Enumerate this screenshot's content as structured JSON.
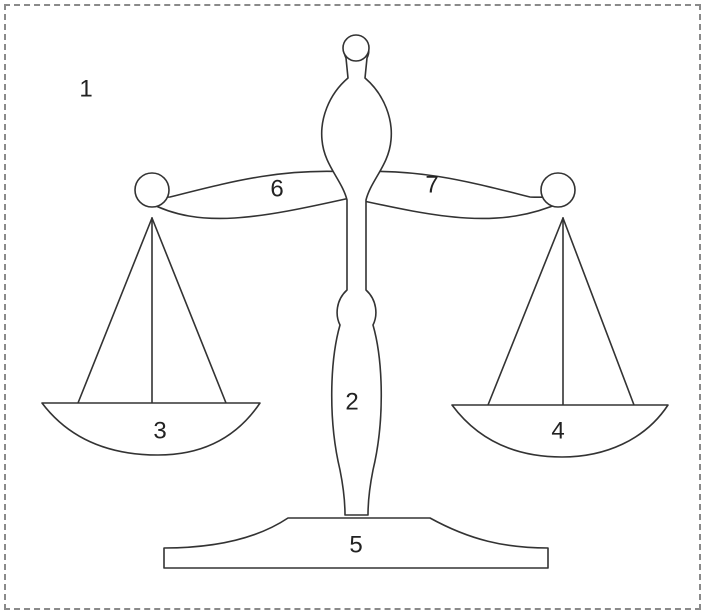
{
  "diagram": {
    "labels": {
      "background": "1",
      "pillar": "2",
      "left_pan": "3",
      "right_pan": "4",
      "base": "5",
      "left_beam": "6",
      "right_beam": "7"
    }
  }
}
